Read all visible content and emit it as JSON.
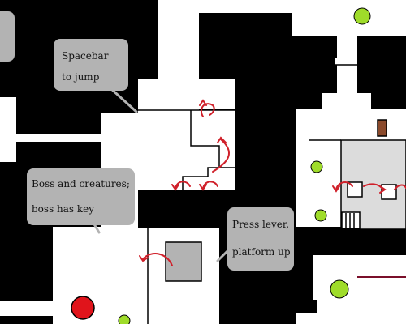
{
  "map": {
    "colors": {
      "wall": "#000000",
      "floor": "#ffffff",
      "room_fill": "#dcdcdc",
      "callout": "#b3b3b3",
      "arrow": "#d0202a",
      "orb": "#9fdc2a",
      "player": "#e0141b",
      "door": "#8b4a2b",
      "rope": "#7a0f2a"
    },
    "annotations": {
      "jump": {
        "line1": "Spacebar",
        "line2": "to jump"
      },
      "boss": {
        "line1": "Boss and creatures;",
        "line2": "boss has key"
      },
      "lever": {
        "line1": "Press lever,",
        "line2": "platform up"
      }
    },
    "icons": [
      "jump-arrow-icon",
      "collectible-orb-icon",
      "player-ball-icon",
      "door-icon",
      "lever-icon",
      "push-block-icon"
    ]
  }
}
